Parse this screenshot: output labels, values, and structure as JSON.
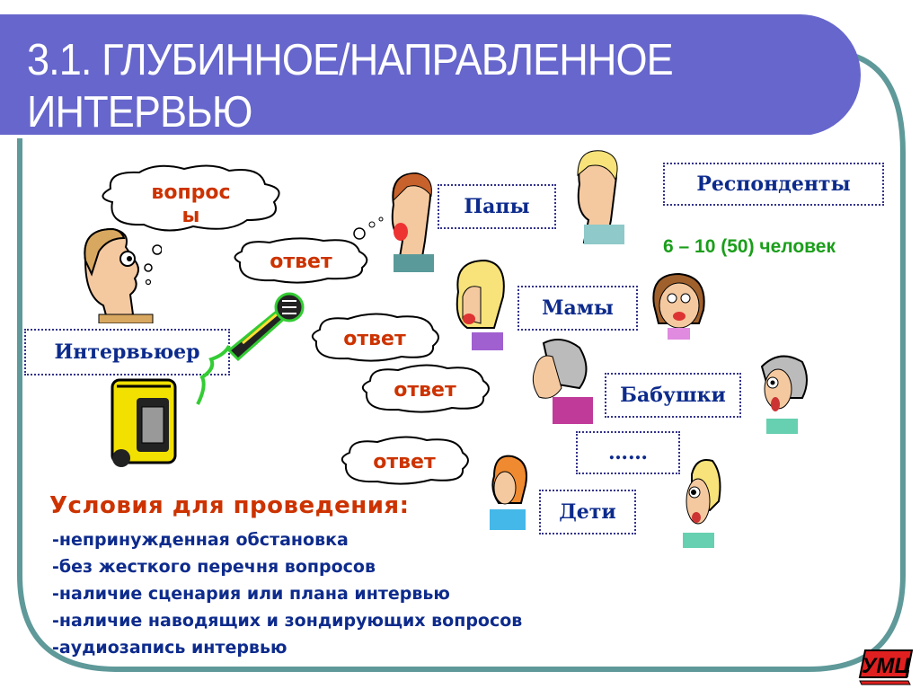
{
  "slide": {
    "title_line1": "3.1. ГЛУБИННОЕ/НАПРАВЛЕННОЕ",
    "title_line2": "ИНТЕРВЬЮ",
    "colors": {
      "title_bg": "#6666cc",
      "frame": "#5f9999",
      "label_text": "#0d2b8c",
      "cloud_text": "#cc3300",
      "count_text": "#1a9e1a"
    }
  },
  "interviewer": {
    "label": "Интервьюер",
    "question_cloud": "вопрос\nы",
    "question_line1": "вопрос",
    "question_line2": "ы"
  },
  "answers": [
    "ответ",
    "ответ",
    "ответ",
    "ответ"
  ],
  "respondents": {
    "header": "Респонденты",
    "count": "6 – 10 (50) человек",
    "groups": [
      "Папы",
      "Мамы",
      "Бабушки",
      "……",
      "Дети"
    ]
  },
  "conditions": {
    "title": "Условия для проведения:",
    "items": [
      "-непринужденная обстановка",
      "-без жесткого перечня вопросов",
      "-наличие сценария или плана интервью",
      "-наличие наводящих и зондирующих вопросов",
      "-аудиозапись интервью"
    ]
  },
  "logo": {
    "text": "УМЦ"
  },
  "icons": [
    "interviewer-figure-icon",
    "microphone-icon",
    "cassette-player-icon",
    "father-figure-icon",
    "mother-figure-icon",
    "grandmother-figure-icon",
    "child-figure-icon",
    "thought-cloud-icon"
  ]
}
